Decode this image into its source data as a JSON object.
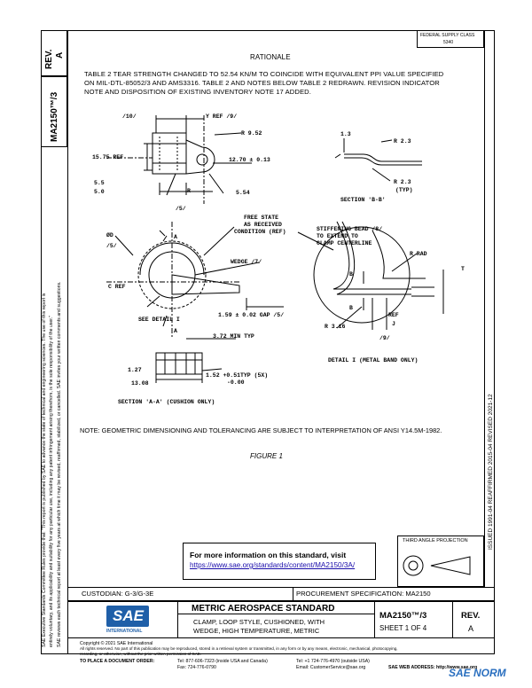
{
  "side_left": {
    "rev_label": "REV.",
    "rev_value": "A",
    "doc_number": "MA2150™/3",
    "legal_1": "SAE Executive Standards Committee Rules provide that: \"This report is published by SAE to advance the state of technical and engineering sciences. The use of this report is",
    "legal_2": "entirely voluntary, and its applicability and suitability for any particular use, including any patent infringement arising therefrom, is the sole responsibility of the user.\"",
    "legal_3": "SAE reviews each technical report at least every five years at which time it may be revised, reaffirmed, stabilized, or cancelled. SAE invites your written comments and suggestions."
  },
  "side_right": {
    "history": "ISSUED 1991-04   REAFFIRMED 2015-04   REVISED 2021-12"
  },
  "top_right_box": {
    "line1": "FEDERAL SUPPLY CLASS",
    "line2": "5340"
  },
  "rationale": {
    "heading": "RATIONALE",
    "line1": "TABLE 2 TEAR STRENGTH CHANGED TO 52.54 KN/M TO COINCIDE WITH EQUIVALENT PPI VALUE SPECIFIED",
    "line2": "ON MIL-DTL-85052/3 AND AMS3316.  TABLE 2 AND NOTES BELOW TABLE 2 REDRAWN. REVISION INDICATOR",
    "line3": "NOTE AND DISPOSITION OF EXISTING INVENTORY NOTE 17 ADDED."
  },
  "drawing": {
    "dim_10": "/10/",
    "y_ref_9": "Y REF /9/",
    "r_952": "R 9.52",
    "d_1575": "15.75 REF",
    "d_1270": "12.70 ± 0.13",
    "d_55": "5.5",
    "d_50": "5.0",
    "d_r": "R",
    "d_554": "5.54",
    "d_5_mid": "/5/",
    "d_13": "1.3",
    "d_r23a": "R 2.3",
    "d_r23b": "R 2.3",
    "d_typ": "(TYP)",
    "section_bb": "SECTION 'B-B'",
    "phi_d": "ØD",
    "d_5_left": "/5/",
    "a_top": "A",
    "a_bottom": "A",
    "free_state_1": "FREE STATE",
    "free_state_2": "AS RECEIVED",
    "free_state_3": "CONDITION (REF)",
    "wedge_7": "WEDGE /7/",
    "c_ref": "C REF",
    "see_detail": "SEE DETAIL I",
    "gap": "1.59 ± 0.02 GAP /5/",
    "stiff_1": "STIFFENING BEAD /8/",
    "stiff_2": "TO EXTEND TO",
    "stiff_3": "CLAMP CENTERLINE",
    "r_rad": "R RAD",
    "t_label": "T",
    "b_top": "B",
    "b_bottom": "B",
    "ref_label": "REF",
    "j_label": "J",
    "r316": "R 3.16",
    "d_9_bottom": "/9/",
    "detail_i": "DETAIL I (METAL BAND ONLY)",
    "d_372": "3.72 MIN TYP",
    "d_127": "1.27",
    "d_152": "1.52 +0.51TYP (5X)",
    "d_000": "-0.00",
    "d_1308": "13.08",
    "section_aa": "SECTION 'A-A' (CUSHION ONLY)"
  },
  "note": "NOTE:  GEOMETRIC DIMENSIONING AND TOLERANCING ARE SUBJECT TO INTERPRETATION OF ANSI Y14.5M-1982.",
  "figure_caption": "FIGURE 1",
  "info_box": {
    "heading": "For more information on this standard, visit",
    "link": "https://www.sae.org/standards/content/MA2150/3A/"
  },
  "projection": {
    "label": "THIRD ANGLE PROJECTION"
  },
  "title_block": {
    "custodian": "CUSTODIAN: G-3/G-3E",
    "procurement": "PROCUREMENT SPECIFICATION: MA2150",
    "logo_text": "SAE",
    "logo_sub": "INTERNATIONAL",
    "standard_title": "METRIC AEROSPACE STANDARD",
    "desc_line1": "CLAMP, LOOP STYLE, CUSHIONED, WITH",
    "desc_line2": "WEDGE, HIGH TEMPERATURE, METRIC",
    "doc_number": "MA2150™/3",
    "sheet": "SHEET 1 OF 4",
    "rev_label": "REV.",
    "rev_value": "A"
  },
  "footer": {
    "copyright": "Copyright © 2021 SAE International",
    "rights": "All rights reserved. No part of this publication may be reproduced, stored in a retrieval system or transmitted, in any form or by any means, electronic, mechanical, photocopying,",
    "rights2": "recording, or otherwise, without the prior written permission of SAE.",
    "order": "TO PLACE A DOCUMENT ORDER:",
    "tel1": "Tel:  877-606-7323 (inside USA and Canada)",
    "fax": "Fax:  724-776-0790",
    "tel2": "Tel:  +1 724-776-4970 (outside USA)",
    "email": "Email: CustomerService@sae.org",
    "web": "SAE WEB ADDRESS:  http://www.sae.org",
    "watermark": "SAE NORM"
  }
}
